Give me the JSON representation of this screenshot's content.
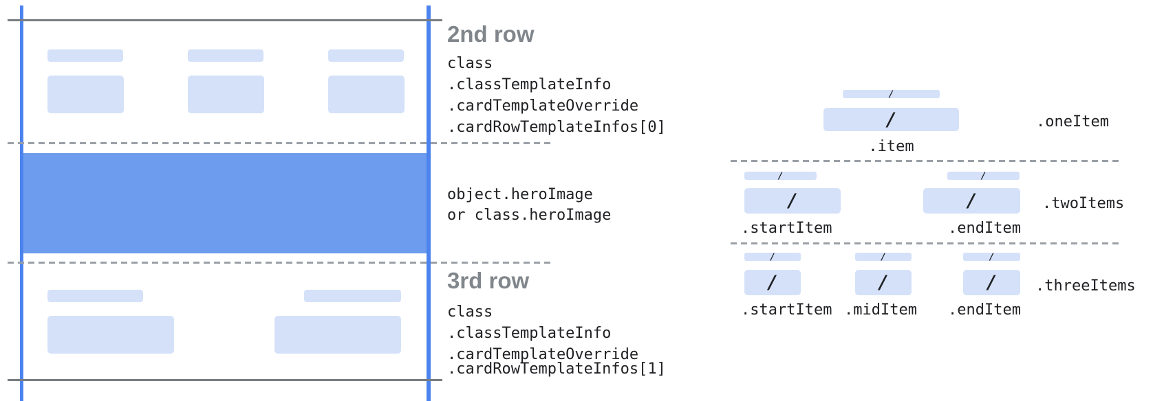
{
  "colors": {
    "placeholder_blue": "#d4e1f9",
    "hero_blue": "#6d9cee",
    "guide_blue": "#4c83ee",
    "line_gray": "#797c80",
    "dash_gray": "#9aa0a6",
    "heading_gray": "#80868b",
    "text_dark": "#202124"
  },
  "glyphs": {
    "slash": "/"
  },
  "annotations": {
    "row2": {
      "title": "2nd row",
      "lines": [
        "class",
        ".classTemplateInfo",
        ".cardTemplateOverride",
        ".cardRowTemplateInfos[0]"
      ]
    },
    "hero": {
      "lines": [
        "object.heroImage",
        "or class.heroImage"
      ]
    },
    "row3": {
      "title": "3rd row",
      "lines": [
        "class",
        ".classTemplateInfo",
        ".cardTemplateOverride",
        ".cardRowTemplateInfos[1]"
      ]
    }
  },
  "layouts": {
    "one_item": {
      "name": ".oneItem",
      "item_labels": [
        ".item"
      ]
    },
    "two_items": {
      "name": ".twoItems",
      "item_labels": [
        ".startItem",
        ".endItem"
      ]
    },
    "three_items": {
      "name": ".threeItems",
      "item_labels": [
        ".startItem",
        ".midItem",
        ".endItem"
      ]
    }
  }
}
